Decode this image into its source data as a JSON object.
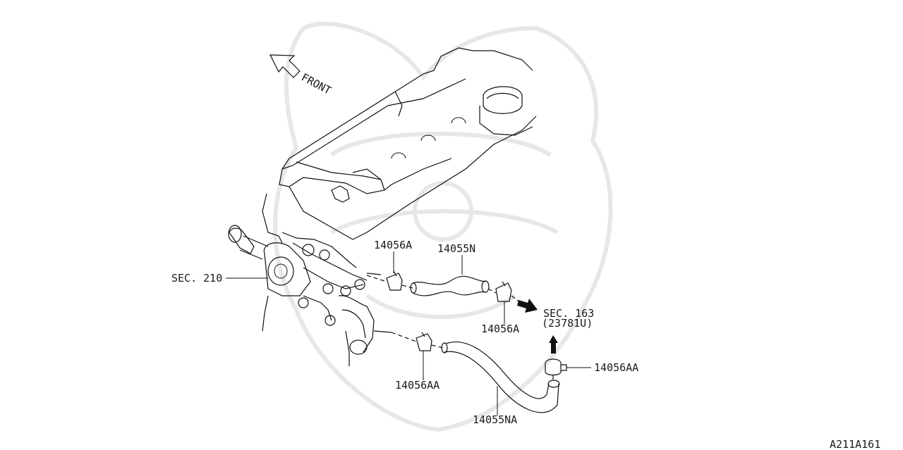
{
  "labels": {
    "front": "FRONT",
    "sec210": "SEC. 210",
    "p14056A_top": "14056A",
    "p14055N": "14055N",
    "p14056A_bottom": "14056A",
    "sec163": "SEC. 163",
    "sec163_sub": "(23781U)",
    "p14056AA_right": "14056AA",
    "p14056AA_left": "14056AA",
    "p14055NA": "14055NA",
    "figure_code": "A211A161"
  },
  "watermark": "samurai-helmet-watermark-icon"
}
